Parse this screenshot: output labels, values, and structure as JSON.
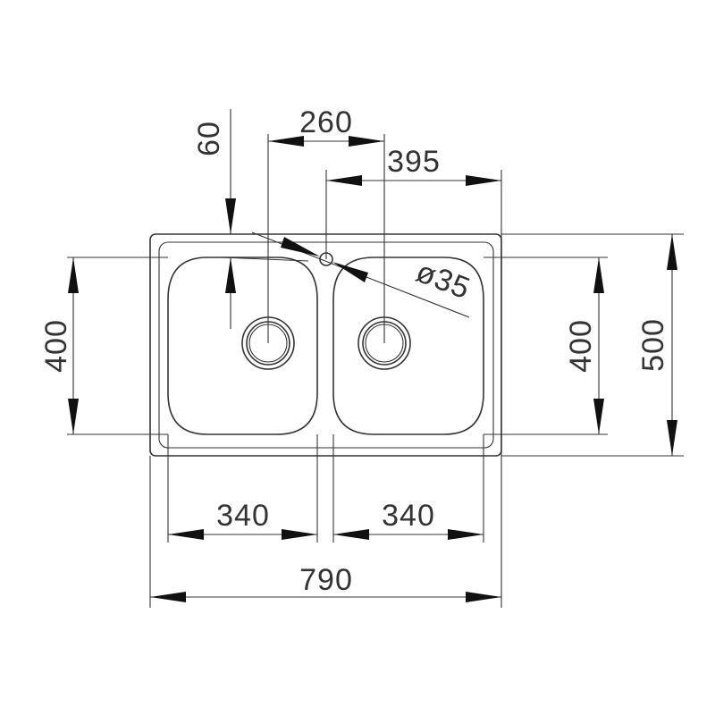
{
  "diagram": {
    "colors": {
      "line": "#333333",
      "arrow": "#111111",
      "background": "#ffffff"
    },
    "dimensions": {
      "overall_width": "790",
      "overall_depth": "500",
      "left_bowl_width": "340",
      "right_bowl_width": "340",
      "left_bowl_depth": "400",
      "right_bowl_depth": "400",
      "drain_spacing": "260",
      "tap_hole_offset": "395",
      "bowl_setback": "60",
      "tap_hole_diameter": "ø35"
    }
  }
}
